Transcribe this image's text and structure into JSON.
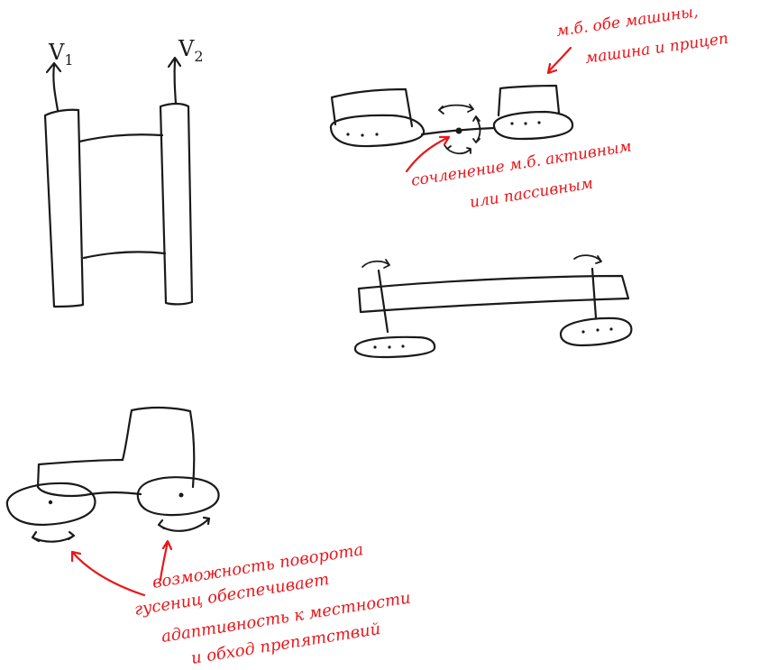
{
  "labels": {
    "v1": "V",
    "v1_sub": "1",
    "v2": "V",
    "v2_sub": "2"
  },
  "annotations": {
    "top_right": [
      "м.б. обе машины,",
      "машина и прицеп"
    ],
    "joint": [
      "сочленение м.б. активным",
      "или пассивным"
    ],
    "bottom": [
      "возможность поворота",
      "гусениц обеспечивает",
      "адаптивность к местности",
      "и обход препятствий"
    ]
  },
  "colors": {
    "ink": "#1a1a1a",
    "annotation": "#e8171b"
  }
}
